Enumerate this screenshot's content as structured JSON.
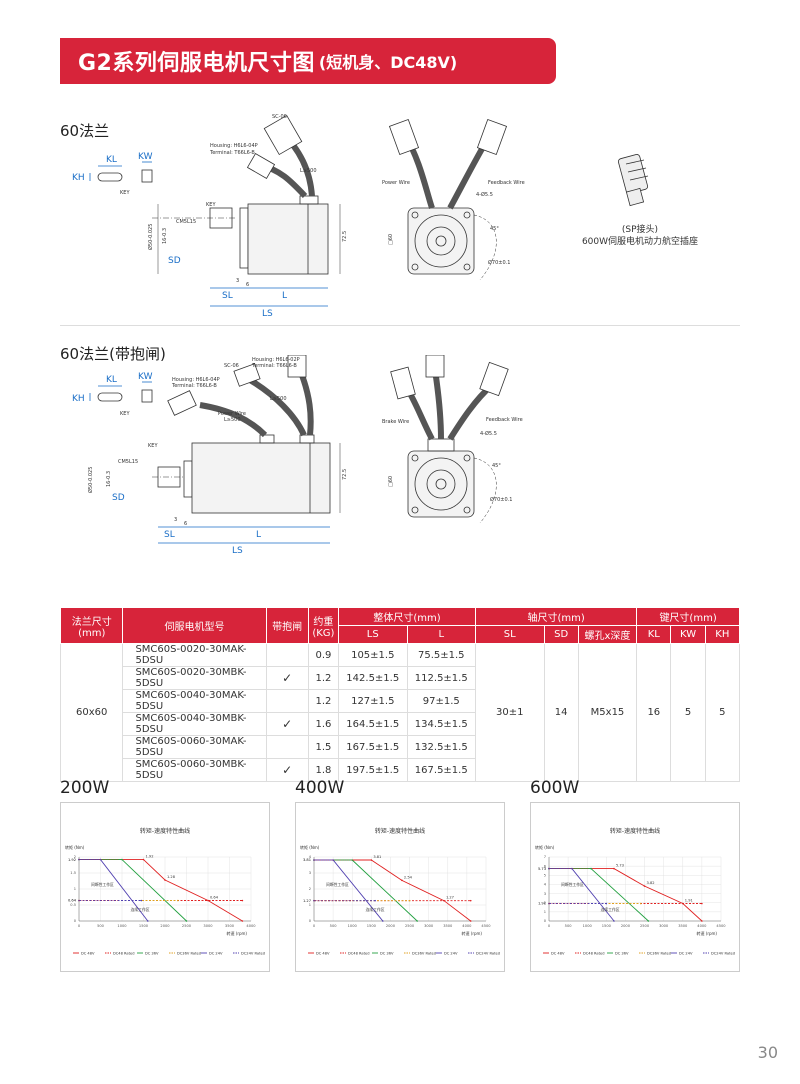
{
  "header": {
    "title": "G2系列伺服电机尺寸图",
    "subtitle": "(短机身、DC48V)"
  },
  "section1": {
    "title": "60法兰",
    "labels": {
      "kl": "KL",
      "kw": "KW",
      "kh": "KH",
      "key": "KEY",
      "key2": "KEY",
      "sl": "SL",
      "l": "L",
      "ls": "LS",
      "sd": "SD",
      "cm": "CM5L15",
      "dim725": "72.5",
      "dim60": "□60",
      "dim6": "6",
      "dim3": "3",
      "dia50": "Ø50-0.025",
      "dia16": "16-0.3",
      "sc06": "SC-06",
      "housing": "Housing: H6L6-04P",
      "terminal": "Terminal: T66L6-B",
      "l500": "L≥500",
      "power_wire": "Power Wire",
      "feedback_wire": "Feedback Wire",
      "holes": "4-Ø5.5",
      "pcd": "Ø70±0.1",
      "ang": "45°"
    },
    "sp_caption1": "(SP接头)",
    "sp_caption2": "600W伺服电机动力航空插座"
  },
  "section2": {
    "title": "60法兰(带抱闸)",
    "labels": {
      "kl": "KL",
      "kw": "KW",
      "kh": "KH",
      "key": "KEY",
      "key2": "KEY",
      "sl": "SL",
      "l": "L",
      "ls": "LS",
      "sd": "SD",
      "cm": "CM5L15",
      "dim725": "72.5",
      "dim60": "□60",
      "dim6": "6",
      "dim3": "3",
      "dia50": "Ø50-0.025",
      "dia16": "16-0.3",
      "sc06": "SC-06",
      "housing1": "Housing: H6L6-04P",
      "terminal1": "Terminal: T66L6-B",
      "housing2": "Housing: H6L6-02P",
      "terminal2": "Terminal: T66L6-B",
      "l500a": "L≥500",
      "l500b": "L≥500",
      "power_wire": "Power Wire",
      "brake_wire": "Brake Wire",
      "feedback_wire": "Feedback Wire",
      "holes": "4-Ø5.5",
      "pcd": "Ø70±0.1",
      "ang": "45°"
    }
  },
  "table": {
    "headers": {
      "flange": "法兰尺寸(mm)",
      "model": "伺服电机型号",
      "brake": "带抱闸",
      "weight": "约重(KG)",
      "overall": "整体尺寸(mm)",
      "ls": "LS",
      "l": "L",
      "shaft": "轴尺寸(mm)",
      "sl": "SL",
      "sd": "SD",
      "screw": "螺孔x深度",
      "key": "键尺寸(mm)",
      "kl": "KL",
      "kw": "KW",
      "kh": "KH"
    },
    "flange_value": "60x60",
    "rows": [
      {
        "model": "SMC60S-0020-30MAK-5DSU",
        "brake": false,
        "weight": "0.9",
        "ls": "105±1.5",
        "l": "75.5±1.5"
      },
      {
        "model": "SMC60S-0020-30MBK-5DSU",
        "brake": true,
        "weight": "1.2",
        "ls": "142.5±1.5",
        "l": "112.5±1.5"
      },
      {
        "model": "SMC60S-0040-30MAK-5DSU",
        "brake": false,
        "weight": "1.2",
        "ls": "127±1.5",
        "l": "97±1.5"
      },
      {
        "model": "SMC60S-0040-30MBK-5DSU",
        "brake": true,
        "weight": "1.6",
        "ls": "164.5±1.5",
        "l": "134.5±1.5"
      },
      {
        "model": "SMC60S-0060-30MAK-5DSU",
        "brake": false,
        "weight": "1.5",
        "ls": "167.5±1.5",
        "l": "132.5±1.5"
      },
      {
        "model": "SMC60S-0060-30MBK-5DSU",
        "brake": true,
        "weight": "1.8",
        "ls": "197.5±1.5",
        "l": "167.5±1.5"
      }
    ],
    "check_mark": "✓",
    "shared": {
      "sl": "30±1",
      "sd": "14",
      "screw": "M5x15",
      "kl": "16",
      "kw": "5",
      "kh": "5"
    }
  },
  "chart_data": [
    {
      "type": "line",
      "power_label": "200W",
      "title": "转矩-速度特性曲线",
      "ylabel": "转矩 (Nm)",
      "xlabel": "转速 (rpm)",
      "xlim": [
        0,
        4000
      ],
      "ylim": [
        0,
        2
      ],
      "xticks": [
        "0",
        "500",
        "1000",
        "1500",
        "2000",
        "2500",
        "3000",
        "3500",
        "4000"
      ],
      "yticks": [
        "0",
        "0.5",
        "1",
        "1.5",
        "2"
      ],
      "y_marks": [
        "1.92",
        "0.64"
      ],
      "y_marks_side": [
        "1.92",
        "0.64"
      ],
      "annotations": [
        "1.92",
        "1.28",
        "0.64",
        "间断性工作区",
        "连续工作区"
      ],
      "zone_intermittent": "间断性工作区",
      "zone_continuous": "连续工作区",
      "legend": [
        "DC 48V",
        "DC48 Rated",
        "DC 36V",
        "DC36V Rated",
        "DC 24V",
        "DC24V Rated"
      ],
      "series": [
        {
          "name": "DC 48V",
          "color": "#e02020",
          "dash": false,
          "points": [
            [
              0,
              1.92
            ],
            [
              1500,
              1.92
            ],
            [
              2000,
              1.28
            ],
            [
              3000,
              0.64
            ],
            [
              3800,
              0
            ]
          ]
        },
        {
          "name": "DC48 Rated",
          "color": "#e02020",
          "dash": true,
          "points": [
            [
              0,
              0.64
            ],
            [
              3800,
              0.64
            ]
          ]
        },
        {
          "name": "DC 36V",
          "color": "#22a040",
          "dash": false,
          "points": [
            [
              0,
              1.92
            ],
            [
              1000,
              1.92
            ],
            [
              2500,
              0
            ]
          ]
        },
        {
          "name": "DC36V Rated",
          "color": "#e0a020",
          "dash": true,
          "points": [
            [
              0,
              0.64
            ],
            [
              2300,
              0.64
            ]
          ]
        },
        {
          "name": "DC 24V",
          "color": "#5040b0",
          "dash": false,
          "points": [
            [
              0,
              1.92
            ],
            [
              500,
              1.92
            ],
            [
              1600,
              0
            ]
          ]
        },
        {
          "name": "DC24V Rated",
          "color": "#5040b0",
          "dash": true,
          "points": [
            [
              0,
              0.64
            ],
            [
              1450,
              0.64
            ]
          ]
        }
      ]
    },
    {
      "type": "line",
      "power_label": "400W",
      "title": "转矩-速度特性曲线",
      "ylabel": "转矩 (Nm)",
      "xlabel": "转速 (rpm)",
      "xlim": [
        0,
        4500
      ],
      "ylim": [
        0,
        4
      ],
      "xticks": [
        "0",
        "500",
        "1000",
        "1500",
        "2000",
        "2500",
        "3000",
        "3500",
        "4000",
        "4500"
      ],
      "yticks": [
        "0",
        "1",
        "2",
        "3",
        "4"
      ],
      "y_marks": [
        "3.81",
        "1.27"
      ],
      "y_marks_side": [
        "3.81",
        "1.27"
      ],
      "annotations": [
        "3.81",
        "2.54",
        "1.27",
        "间断性工作区",
        "连续工作区"
      ],
      "zone_intermittent": "间断性工作区",
      "zone_continuous": "连续工作区",
      "legend": [
        "DC 48V",
        "DC48 Rated",
        "DC 36V",
        "DC36V Rated",
        "DC 24V",
        "DC24V Rated"
      ],
      "series": [
        {
          "name": "DC 48V",
          "color": "#e02020",
          "dash": false,
          "points": [
            [
              0,
              3.81
            ],
            [
              1500,
              3.81
            ],
            [
              2300,
              2.54
            ],
            [
              3400,
              1.27
            ],
            [
              4100,
              0
            ]
          ]
        },
        {
          "name": "DC48 Rated",
          "color": "#e02020",
          "dash": true,
          "points": [
            [
              0,
              1.27
            ],
            [
              4100,
              1.27
            ]
          ]
        },
        {
          "name": "DC 36V",
          "color": "#22a040",
          "dash": false,
          "points": [
            [
              0,
              3.81
            ],
            [
              1000,
              3.81
            ],
            [
              2700,
              0
            ]
          ]
        },
        {
          "name": "DC36V Rated",
          "color": "#e0a020",
          "dash": true,
          "points": [
            [
              0,
              1.27
            ],
            [
              2500,
              1.27
            ]
          ]
        },
        {
          "name": "DC 24V",
          "color": "#5040b0",
          "dash": false,
          "points": [
            [
              0,
              3.81
            ],
            [
              500,
              3.81
            ],
            [
              1800,
              0
            ]
          ]
        },
        {
          "name": "DC24V Rated",
          "color": "#5040b0",
          "dash": true,
          "points": [
            [
              0,
              1.27
            ],
            [
              1600,
              1.27
            ]
          ]
        }
      ]
    },
    {
      "type": "line",
      "power_label": "600W",
      "title": "转矩-速度特性曲线",
      "ylabel": "转矩 (Nm)",
      "xlabel": "转速 (rpm)",
      "xlim": [
        0,
        4500
      ],
      "ylim": [
        0,
        7
      ],
      "xticks": [
        "0",
        "500",
        "1000",
        "1500",
        "2000",
        "2500",
        "3000",
        "3500",
        "4000",
        "4500"
      ],
      "yticks": [
        "0",
        "1",
        "2",
        "3",
        "4",
        "5",
        "6",
        "7"
      ],
      "y_marks": [
        "5.73",
        "1.91"
      ],
      "y_marks_side": [
        "5.73",
        "1.91"
      ],
      "annotations": [
        "5.73",
        "3.82",
        "1.91",
        "间断性工作区",
        "连续工作区"
      ],
      "zone_intermittent": "间断性工作区",
      "zone_continuous": "连续工作区",
      "legend": [
        "DC 48V",
        "DC48 Rated",
        "DC 36V",
        "DC36V Rated",
        "DC 24V",
        "DC24V Rated"
      ],
      "series": [
        {
          "name": "DC 48V",
          "color": "#e02020",
          "dash": false,
          "points": [
            [
              0,
              5.73
            ],
            [
              1700,
              5.73
            ],
            [
              2500,
              3.82
            ],
            [
              3500,
              1.91
            ],
            [
              4000,
              0
            ]
          ]
        },
        {
          "name": "DC48 Rated",
          "color": "#e02020",
          "dash": true,
          "points": [
            [
              0,
              1.91
            ],
            [
              4000,
              1.91
            ]
          ]
        },
        {
          "name": "DC 36V",
          "color": "#22a040",
          "dash": false,
          "points": [
            [
              0,
              5.73
            ],
            [
              1100,
              5.73
            ],
            [
              2600,
              0
            ]
          ]
        },
        {
          "name": "DC36V Rated",
          "color": "#e0a020",
          "dash": true,
          "points": [
            [
              0,
              1.91
            ],
            [
              2400,
              1.91
            ]
          ]
        },
        {
          "name": "DC 24V",
          "color": "#5040b0",
          "dash": false,
          "points": [
            [
              0,
              5.73
            ],
            [
              600,
              5.73
            ],
            [
              1700,
              0
            ]
          ]
        },
        {
          "name": "DC24V Rated",
          "color": "#5040b0",
          "dash": true,
          "points": [
            [
              0,
              1.91
            ],
            [
              1500,
              1.91
            ]
          ]
        }
      ]
    }
  ],
  "page_number": "30"
}
